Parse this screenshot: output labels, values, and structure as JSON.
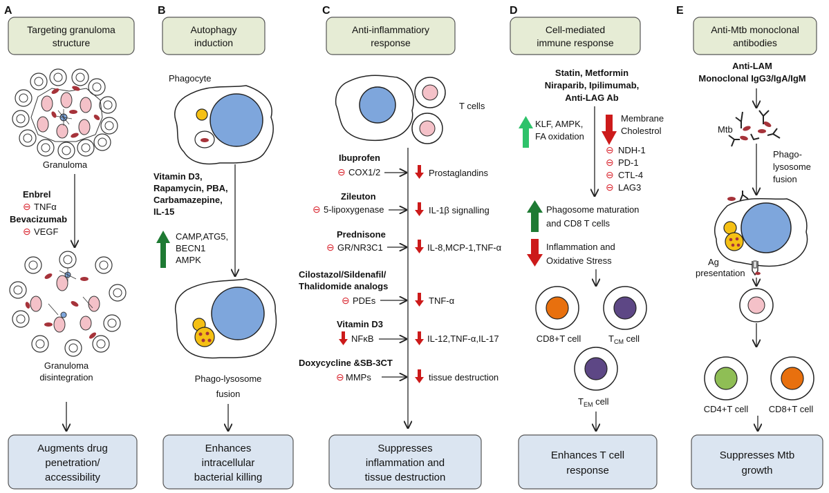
{
  "panels": [
    {
      "letter": "A",
      "header": [
        "Targeting granuloma",
        "structure"
      ],
      "granuloma_label": "Granuloma",
      "drugs": [
        {
          "name": "Enbrel",
          "target": "TNFα"
        },
        {
          "name": "Bevacizumab",
          "target": "VEGF"
        }
      ],
      "disintegration_label": [
        "Granuloma",
        "disintegration"
      ],
      "outcome": [
        "Augments drug",
        "penetration/",
        "accessibility"
      ]
    },
    {
      "letter": "B",
      "header": [
        "Autophagy",
        "induction"
      ],
      "phagocyte_label": "Phagocyte",
      "drugs": [
        "Vitamin D3,",
        "Rapamycin, PBA,",
        "Carbamazepine,",
        "IL-15"
      ],
      "upregulated": [
        "CAMP,ATG5,",
        "BECN1",
        "AMPK"
      ],
      "fusion_label": [
        "Phago-lysosome",
        "fusion"
      ],
      "outcome": [
        "Enhances",
        "intracellular",
        "bacterial killing"
      ]
    },
    {
      "letter": "C",
      "header": [
        "Anti-inflammatiory",
        "response"
      ],
      "tcells_label": "T cells",
      "rows": [
        {
          "drug": [
            "Ibuprofen"
          ],
          "target": "COX1/2",
          "effect": "Prostaglandins"
        },
        {
          "drug": [
            "Zileuton"
          ],
          "target": "5-lipoxygenase",
          "effect": "IL-1β signalling"
        },
        {
          "drug": [
            "Prednisone"
          ],
          "target": "GR/NR3C1",
          "effect": "IL-8,MCP-1,TNF-α"
        },
        {
          "drug": [
            "Cilostazol/Sildenafil/",
            "Thalidomide analogs"
          ],
          "target": "PDEs",
          "effect": "TNF-α"
        },
        {
          "drug": [
            "Vitamin D3"
          ],
          "target": "NFκB",
          "effect": "IL-12,TNF-α,IL-17"
        },
        {
          "drug": [
            "Doxycycline &SB-3CT"
          ],
          "target": "MMPs",
          "effect": "tissue destruction"
        }
      ],
      "outcome": [
        "Suppresses",
        "inflammation and",
        "tissue destruction"
      ]
    },
    {
      "letter": "D",
      "header": [
        "Cell-mediated",
        "immune response"
      ],
      "drugs": [
        "Statin, Metformin",
        "Niraparib, Ipilimumab,",
        "Anti-LAG Ab"
      ],
      "up": [
        "KLF, AMPK,",
        "FA oxidation"
      ],
      "down": [
        "Membrane",
        "Cholestrol"
      ],
      "inhibited": [
        "NDH-1",
        "PD-1",
        "CTL-4",
        "LAG3"
      ],
      "effect_up": [
        "Phagosome maturation",
        "and CD8 T cells"
      ],
      "effect_down": [
        "Inflammation and",
        "Oxidative Stress"
      ],
      "cell_cd8": "CD8+T cell",
      "cell_tcm": {
        "main": "T",
        "sub": "CM",
        "suffix": " cell"
      },
      "cell_tem": {
        "main": "T",
        "sub": "EM",
        "suffix": " cell"
      },
      "outcome": [
        "Enhances T cell",
        "response"
      ]
    },
    {
      "letter": "E",
      "header": [
        "Anti-Mtb monoclonal",
        "antibodies"
      ],
      "drugs": [
        "Anti-LAM",
        "Monoclonal IgG3/IgA/IgM"
      ],
      "mtb_label": "Mtb",
      "fusion_label": [
        "Phago-",
        "lysosome",
        "fusion"
      ],
      "ag_label": [
        "Ag",
        "presentation"
      ],
      "cell_cd4": "CD4+T cell",
      "cell_cd8": "CD8+T cell",
      "outcome": [
        "Suppresses Mtb",
        "growth"
      ]
    }
  ],
  "inhibit_symbol": "⊖",
  "colors": {
    "header_fill": "#e6ecd5",
    "outcome_fill": "#dbe5f1",
    "macrophage_nucleus": "#7ea6dc",
    "lysosome_yellow": "#f5c014",
    "tcell_pink": "#f4c1c8",
    "cd8_orange": "#e8700e",
    "tcm_purple": "#5d4785",
    "cd4_green": "#8fbe55",
    "up_arrow_green": "#1e7a33",
    "up_arrow_light_green": "#2ec26a",
    "down_arrow_red": "#cc1a1a",
    "mtb_rod": "#a6333a",
    "inhibit_red": "#d8202a"
  }
}
